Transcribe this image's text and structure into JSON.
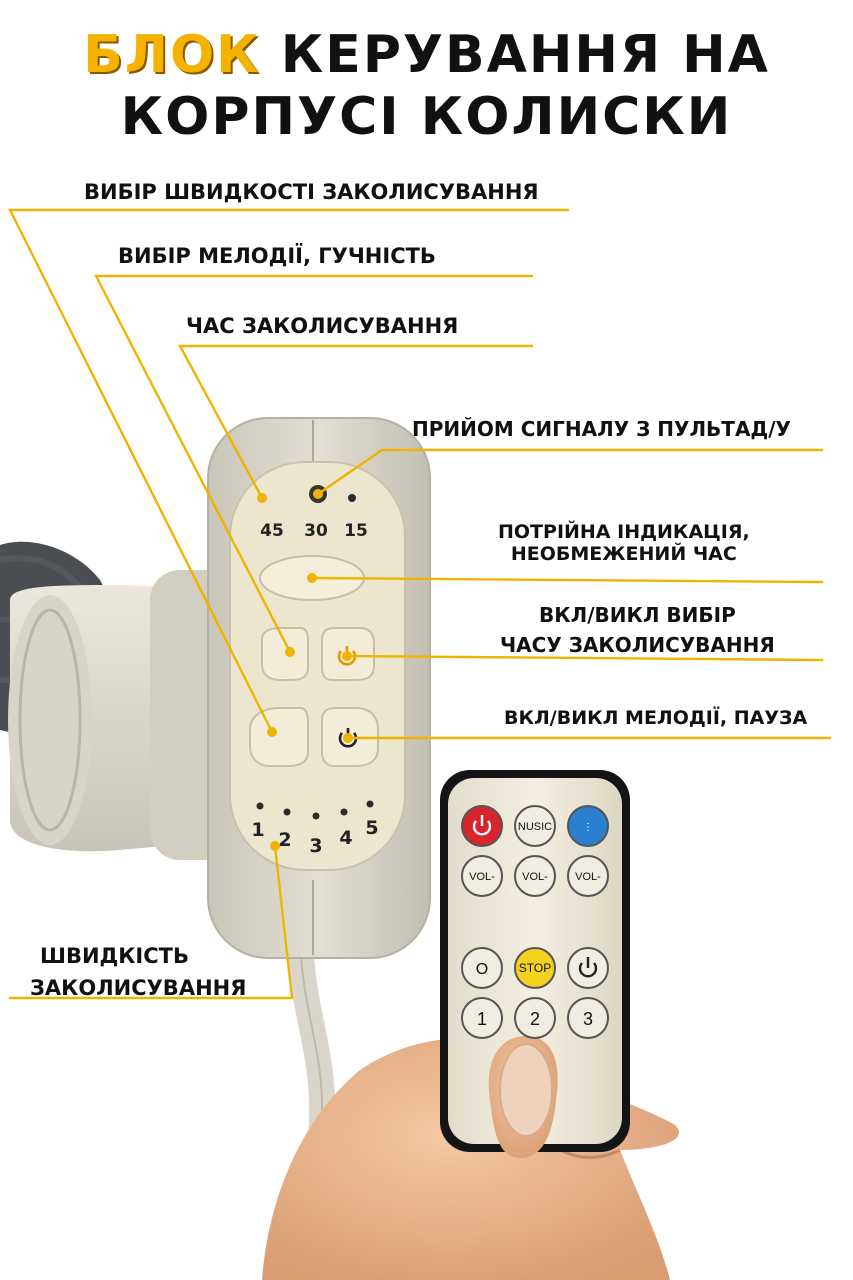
{
  "title": {
    "accent": "БЛОК",
    "line1_rest": "КЕРУВАННЯ НА",
    "line2": "КОРПУСІ КОЛИСКИ"
  },
  "labels": {
    "speed_select": "ВИБІР ШВИДКОСТІ ЗАКОЛИСУВАННЯ",
    "melody_volume": "ВИБІР МЕЛОДІЇ, ГУЧНІСТЬ",
    "rocking_time": "ЧАС ЗАКОЛИСУВАННЯ",
    "remote_signal": "ПРИЙОМ СИГНАЛУ З ПУЛЬТАД/У",
    "triple_indication_1": "ПОТРІЙНА ІНДИКАЦІЯ,",
    "triple_indication_2": "НЕОБМЕЖЕНИЙ ЧАС",
    "power_time_1": "ВКЛ/ВИКЛ ВИБІР",
    "power_time_2": "ЧАСУ  ЗАКОЛИСУВАННЯ",
    "melody_pause": "ВКЛ/ВИКЛ МЕЛОДІЇ, ПАУЗА",
    "speed_1": "ШВИДКІСТЬ",
    "speed_2": "ЗАКОЛИСУВАННЯ"
  },
  "panel": {
    "timer_labels": [
      "45",
      "30",
      "15"
    ],
    "speed_labels": [
      "1",
      "2",
      "3",
      "4",
      "5"
    ]
  },
  "remote": {
    "row1": [
      "",
      "NUSIC",
      ""
    ],
    "row2": [
      "VOL-",
      "VOL-",
      "VOL-"
    ],
    "row3": [
      "O",
      "STOP",
      ""
    ],
    "row4": [
      "1",
      "2",
      "3"
    ]
  },
  "colors": {
    "accent": "#f5b300",
    "leader_line": "#f0b400",
    "device_body": "#d6d2c6",
    "panel_face": "#ece6cf",
    "remote_red": "#d8242c",
    "remote_blue": "#2a7fd0",
    "remote_yellow": "#f4d21e"
  }
}
